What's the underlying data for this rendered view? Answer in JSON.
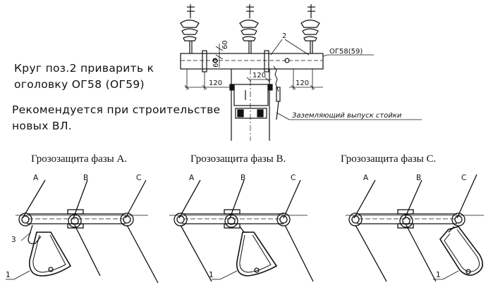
{
  "notes": {
    "line1": "Круг поз.2 приварить к",
    "line2": "оголовку ОГ58 (ОГ59)",
    "line3": "Рекомендуется при строительстве",
    "line4": "новых ВЛ."
  },
  "top_drawing": {
    "cap_label": "ОГ58(59)",
    "ground_label": "Заземляющий выпуск стойки",
    "position_2": "2",
    "dims": {
      "d60a": "60",
      "d60b": "60",
      "d120a": "120",
      "d120b": "120",
      "d120c": "120"
    }
  },
  "panels": [
    {
      "title": "Грозозащита фазы А.",
      "phase_a": "А",
      "phase_b": "В",
      "phase_c": "С",
      "pos1": "1",
      "pos3": "3"
    },
    {
      "title": "Грозозащита фазы В.",
      "phase_a": "А",
      "phase_b": "В",
      "phase_c": "С",
      "pos1": "1"
    },
    {
      "title": "Грозозащита фазы С.",
      "phase_a": "А",
      "phase_b": "В",
      "phase_c": "С",
      "pos1": "1"
    }
  ]
}
